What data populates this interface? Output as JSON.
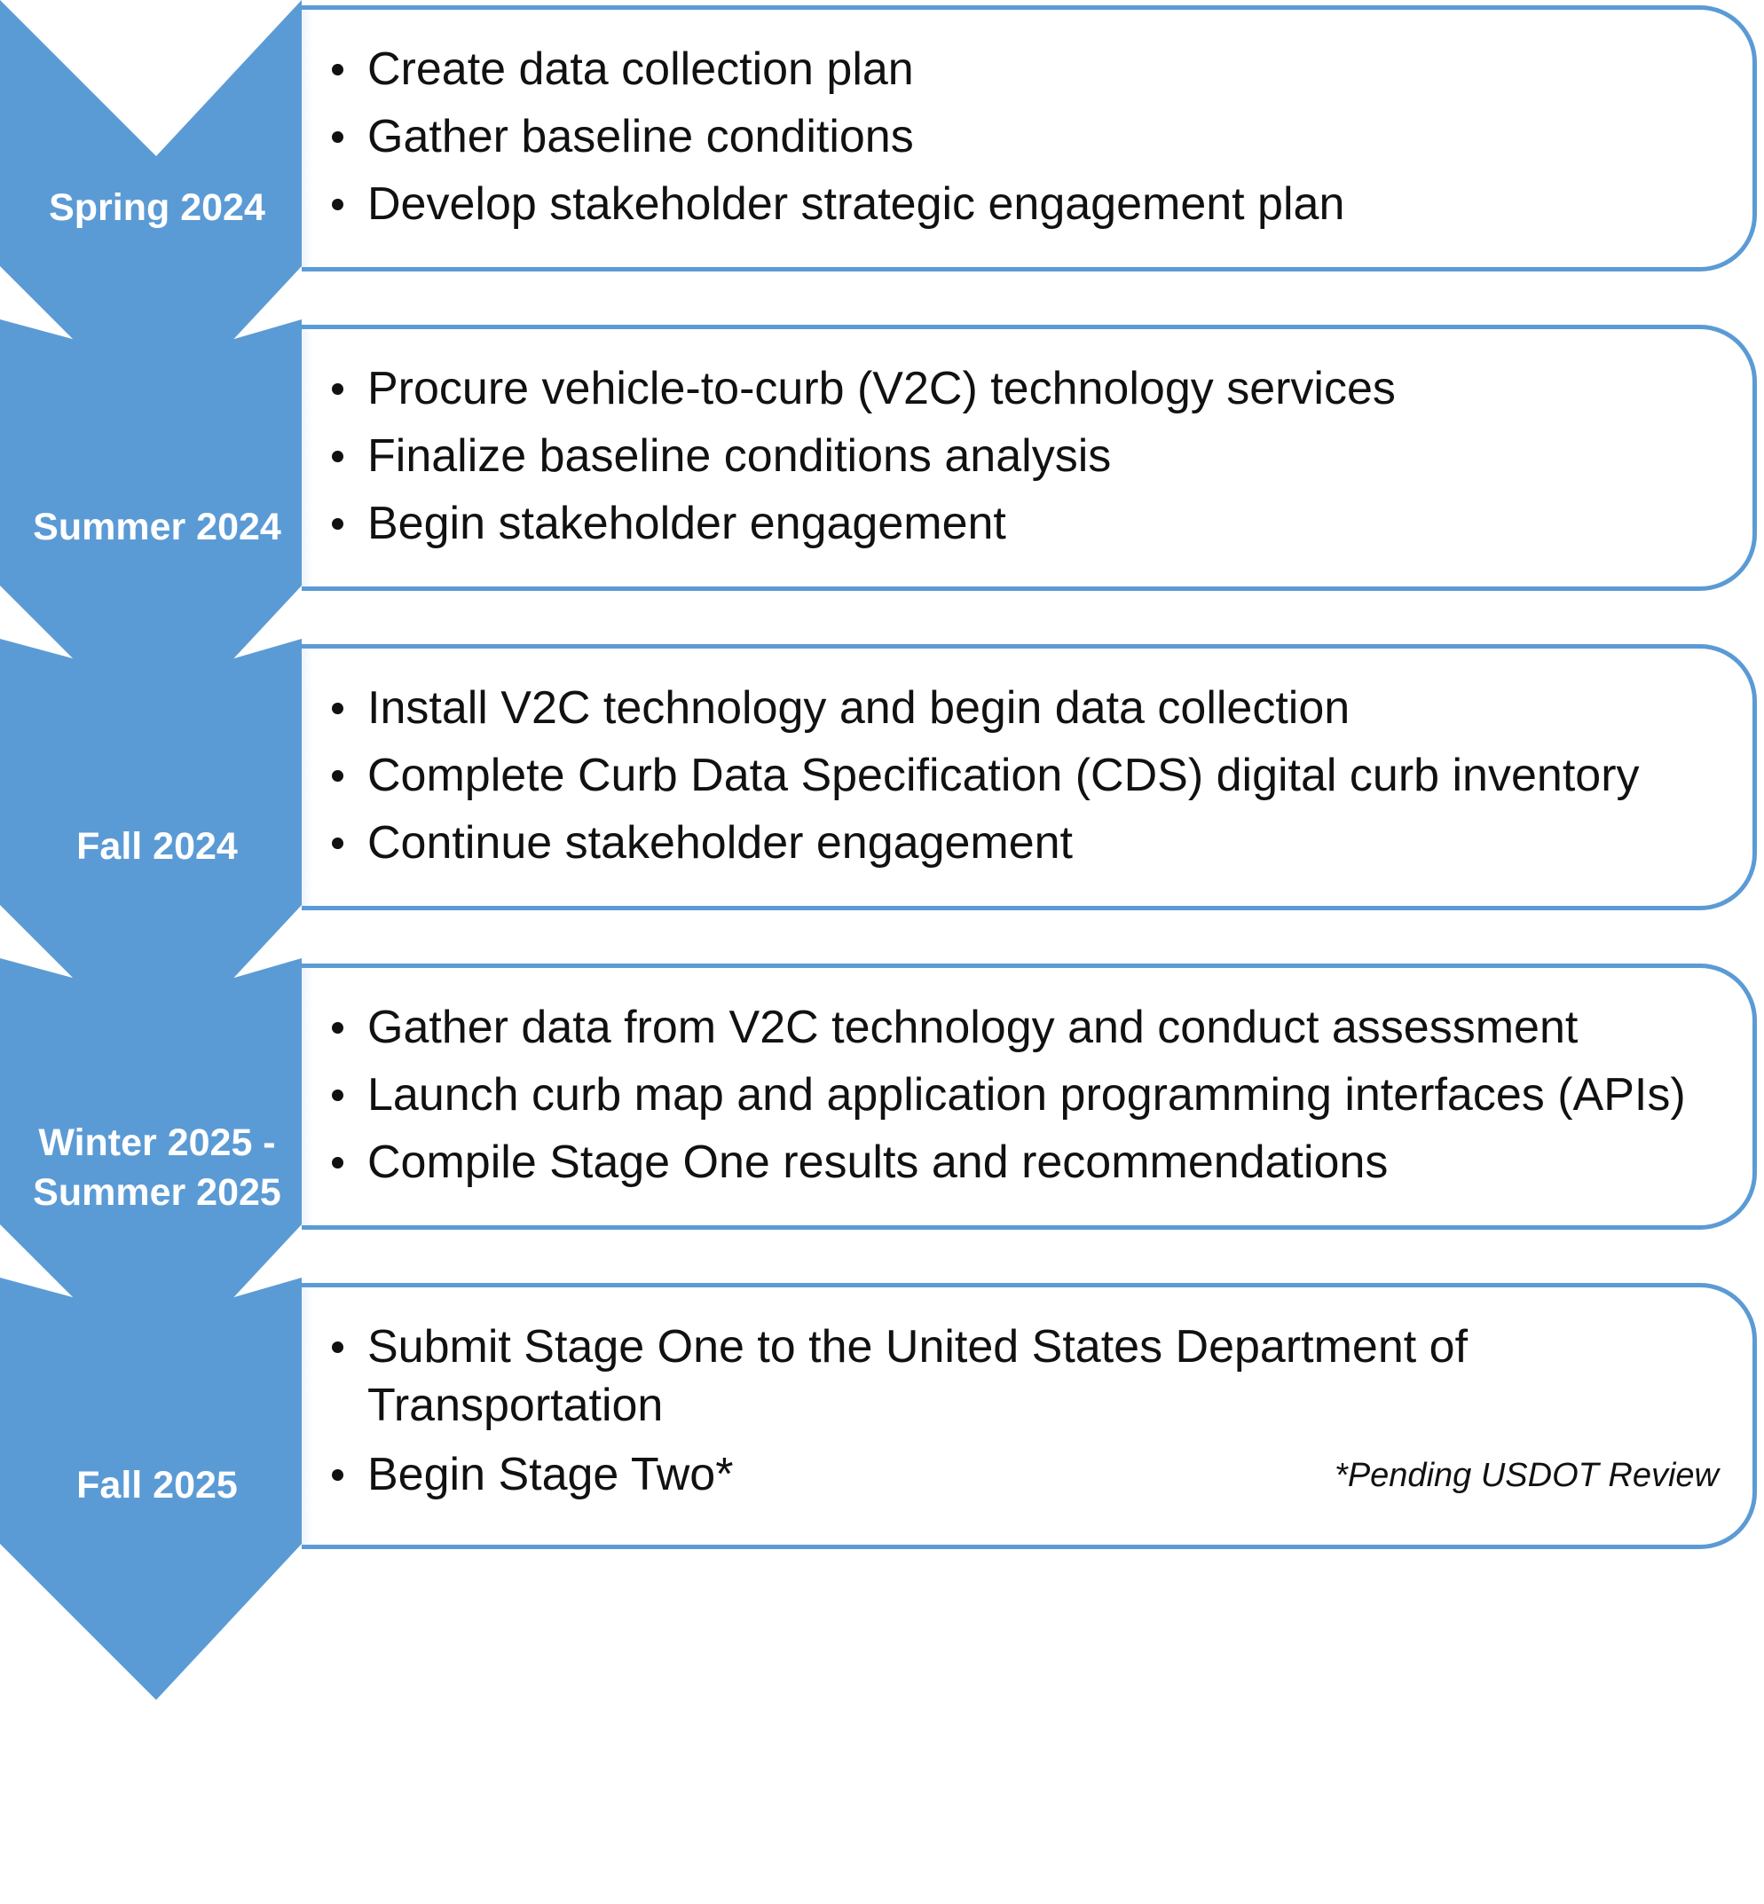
{
  "colors": {
    "chevron": "#5b9bd5",
    "card_border": "#5b9bd5",
    "label_text": "#ffffff",
    "body_text": "#111111"
  },
  "stages": [
    {
      "label": "Spring 2024",
      "items": [
        "Create data collection plan",
        "Gather baseline conditions",
        "Develop stakeholder strategic engagement plan"
      ]
    },
    {
      "label": "Summer 2024",
      "items": [
        "Procure vehicle-to-curb (V2C) technology services",
        "Finalize baseline conditions analysis",
        "Begin stakeholder engagement"
      ]
    },
    {
      "label": "Fall 2024",
      "items": [
        "Install V2C technology and begin data collection",
        "Complete Curb Data Specification (CDS) digital curb inventory",
        "Continue stakeholder engagement"
      ]
    },
    {
      "label": "Winter 2025 -\nSummer 2025",
      "items": [
        "Gather data from V2C technology and conduct assessment",
        "Launch curb map and application programming interfaces (APIs)",
        "Compile Stage One results and recommendations"
      ]
    },
    {
      "label": "Fall 2025",
      "items": [
        "Submit Stage One to the United States Department of Transportation",
        "Begin Stage Two*"
      ],
      "note": "*Pending USDOT Review"
    }
  ]
}
